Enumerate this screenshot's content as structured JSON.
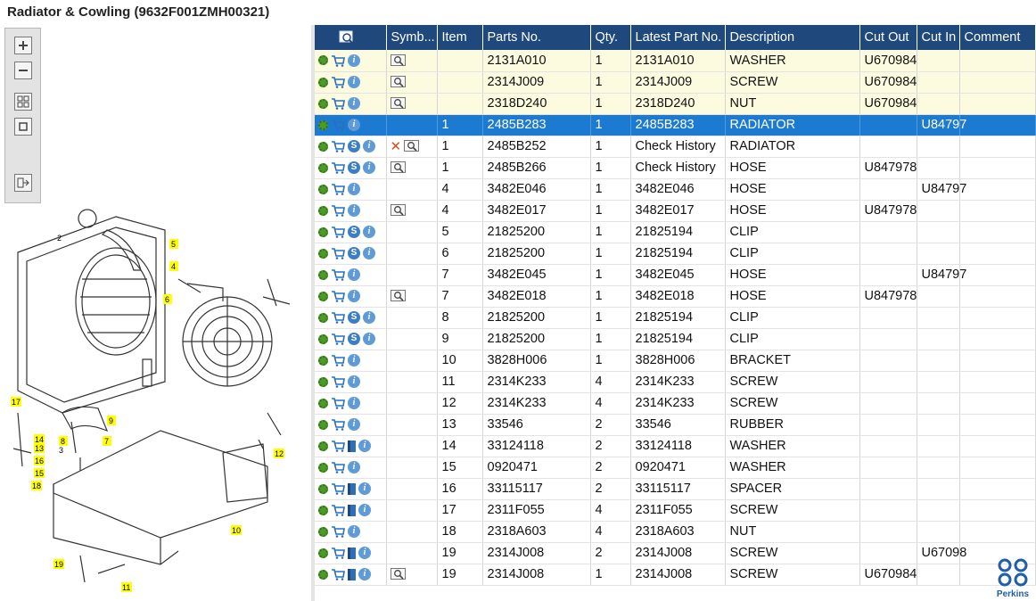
{
  "window": {
    "title": "Radiator & Cowling (9632F001ZMH00321)"
  },
  "toolbar": [
    {
      "name": "zoom-in-button",
      "icon": "zoom-in-icon"
    },
    {
      "name": "zoom-out-button",
      "icon": "zoom-out-icon"
    },
    {
      "name": "fit-all-button",
      "icon": "fit-all-icon"
    },
    {
      "name": "fit-window-button",
      "icon": "fit-window-icon"
    },
    {
      "name": "export-button",
      "icon": "export-icon"
    }
  ],
  "drawing_callouts": [
    "2",
    "5",
    "4",
    "6",
    "17",
    "14",
    "13",
    "16",
    "15",
    "18",
    "8",
    "7",
    "9",
    "3",
    "12",
    "10",
    "19",
    "11"
  ],
  "columns": [
    "",
    "Symb...",
    "Item",
    "Parts No.",
    "Qty.",
    "Latest Part No.",
    "Description",
    "Cut Out",
    "Cut In",
    "Comment"
  ],
  "rows": [
    {
      "icons": [
        "gear",
        "cart",
        "info"
      ],
      "sym": [
        "mag"
      ],
      "item": "",
      "part": "2131A010",
      "qty": "1",
      "latest": "2131A010",
      "desc": "WASHER",
      "cut_out": "U670984",
      "cut_in": "",
      "comment": "",
      "style": "hl"
    },
    {
      "icons": [
        "gear",
        "cart",
        "info"
      ],
      "sym": [
        "mag"
      ],
      "item": "",
      "part": "2314J009",
      "qty": "1",
      "latest": "2314J009",
      "desc": "SCREW",
      "cut_out": "U670984",
      "cut_in": "",
      "comment": "",
      "style": "hl"
    },
    {
      "icons": [
        "gear",
        "cart",
        "info"
      ],
      "sym": [
        "mag"
      ],
      "item": "",
      "part": "2318D240",
      "qty": "1",
      "latest": "2318D240",
      "desc": "NUT",
      "cut_out": "U670984",
      "cut_in": "",
      "comment": "",
      "style": "hl"
    },
    {
      "icons": [
        "gear",
        "cart",
        "info"
      ],
      "sym": [],
      "item": "1",
      "part": "2485B283",
      "qty": "1",
      "latest": "2485B283",
      "desc": "RADIATOR",
      "cut_out": "",
      "cut_in": "U84797",
      "comment": "",
      "style": "sel"
    },
    {
      "icons": [
        "gear",
        "cart",
        "s",
        "info"
      ],
      "sym": [
        "x",
        "mag"
      ],
      "item": "1",
      "part": "2485B252",
      "qty": "1",
      "latest": "Check History",
      "desc": "RADIATOR",
      "cut_out": "",
      "cut_in": "",
      "comment": "",
      "style": ""
    },
    {
      "icons": [
        "gear",
        "cart",
        "s",
        "info"
      ],
      "sym": [
        "mag"
      ],
      "item": "1",
      "part": "2485B266",
      "qty": "1",
      "latest": "Check History",
      "desc": "HOSE",
      "cut_out": "U847978",
      "cut_in": "",
      "comment": "",
      "style": ""
    },
    {
      "icons": [
        "gear",
        "cart",
        "info"
      ],
      "sym": [],
      "item": "4",
      "part": "3482E046",
      "qty": "1",
      "latest": "3482E046",
      "desc": "HOSE",
      "cut_out": "",
      "cut_in": "U84797",
      "comment": "",
      "style": ""
    },
    {
      "icons": [
        "gear",
        "cart",
        "info"
      ],
      "sym": [
        "mag"
      ],
      "item": "4",
      "part": "3482E017",
      "qty": "1",
      "latest": "3482E017",
      "desc": "HOSE",
      "cut_out": "U847978",
      "cut_in": "",
      "comment": "",
      "style": ""
    },
    {
      "icons": [
        "gear",
        "cart",
        "s",
        "info"
      ],
      "sym": [],
      "item": "5",
      "part": "21825200",
      "qty": "1",
      "latest": "21825194",
      "desc": "CLIP",
      "cut_out": "",
      "cut_in": "",
      "comment": "",
      "style": ""
    },
    {
      "icons": [
        "gear",
        "cart",
        "s",
        "info"
      ],
      "sym": [],
      "item": "6",
      "part": "21825200",
      "qty": "1",
      "latest": "21825194",
      "desc": "CLIP",
      "cut_out": "",
      "cut_in": "",
      "comment": "",
      "style": ""
    },
    {
      "icons": [
        "gear",
        "cart",
        "info"
      ],
      "sym": [],
      "item": "7",
      "part": "3482E045",
      "qty": "1",
      "latest": "3482E045",
      "desc": "HOSE",
      "cut_out": "",
      "cut_in": "U84797",
      "comment": "",
      "style": ""
    },
    {
      "icons": [
        "gear",
        "cart",
        "info"
      ],
      "sym": [
        "mag"
      ],
      "item": "7",
      "part": "3482E018",
      "qty": "1",
      "latest": "3482E018",
      "desc": "HOSE",
      "cut_out": "U847978",
      "cut_in": "",
      "comment": "",
      "style": ""
    },
    {
      "icons": [
        "gear",
        "cart",
        "s",
        "info"
      ],
      "sym": [],
      "item": "8",
      "part": "21825200",
      "qty": "1",
      "latest": "21825194",
      "desc": "CLIP",
      "cut_out": "",
      "cut_in": "",
      "comment": "",
      "style": ""
    },
    {
      "icons": [
        "gear",
        "cart",
        "s",
        "info"
      ],
      "sym": [],
      "item": "9",
      "part": "21825200",
      "qty": "1",
      "latest": "21825194",
      "desc": "CLIP",
      "cut_out": "",
      "cut_in": "",
      "comment": "",
      "style": ""
    },
    {
      "icons": [
        "gear",
        "cart",
        "info"
      ],
      "sym": [],
      "item": "10",
      "part": "3828H006",
      "qty": "1",
      "latest": "3828H006",
      "desc": "BRACKET",
      "cut_out": "",
      "cut_in": "",
      "comment": "",
      "style": ""
    },
    {
      "icons": [
        "gear",
        "cart",
        "info"
      ],
      "sym": [],
      "item": "11",
      "part": "2314K233",
      "qty": "4",
      "latest": "2314K233",
      "desc": "SCREW",
      "cut_out": "",
      "cut_in": "",
      "comment": "",
      "style": ""
    },
    {
      "icons": [
        "gear",
        "cart",
        "info"
      ],
      "sym": [],
      "item": "12",
      "part": "2314K233",
      "qty": "4",
      "latest": "2314K233",
      "desc": "SCREW",
      "cut_out": "",
      "cut_in": "",
      "comment": "",
      "style": ""
    },
    {
      "icons": [
        "gear",
        "cart",
        "info"
      ],
      "sym": [],
      "item": "13",
      "part": "33546",
      "qty": "2",
      "latest": "33546",
      "desc": "RUBBER",
      "cut_out": "",
      "cut_in": "",
      "comment": "",
      "style": ""
    },
    {
      "icons": [
        "gear",
        "cart",
        "book",
        "info"
      ],
      "sym": [],
      "item": "14",
      "part": "33124118",
      "qty": "2",
      "latest": "33124118",
      "desc": "WASHER",
      "cut_out": "",
      "cut_in": "",
      "comment": "",
      "style": ""
    },
    {
      "icons": [
        "gear",
        "cart",
        "info"
      ],
      "sym": [],
      "item": "15",
      "part": "0920471",
      "qty": "2",
      "latest": "0920471",
      "desc": "WASHER",
      "cut_out": "",
      "cut_in": "",
      "comment": "",
      "style": ""
    },
    {
      "icons": [
        "gear",
        "cart",
        "book",
        "info"
      ],
      "sym": [],
      "item": "16",
      "part": "33115117",
      "qty": "2",
      "latest": "33115117",
      "desc": "SPACER",
      "cut_out": "",
      "cut_in": "",
      "comment": "",
      "style": ""
    },
    {
      "icons": [
        "gear",
        "cart",
        "book",
        "info"
      ],
      "sym": [],
      "item": "17",
      "part": "2311F055",
      "qty": "4",
      "latest": "2311F055",
      "desc": "SCREW",
      "cut_out": "",
      "cut_in": "",
      "comment": "",
      "style": ""
    },
    {
      "icons": [
        "gear",
        "cart",
        "info"
      ],
      "sym": [],
      "item": "18",
      "part": "2318A603",
      "qty": "4",
      "latest": "2318A603",
      "desc": "NUT",
      "cut_out": "",
      "cut_in": "",
      "comment": "",
      "style": ""
    },
    {
      "icons": [
        "gear",
        "cart",
        "book",
        "info"
      ],
      "sym": [],
      "item": "19",
      "part": "2314J008",
      "qty": "2",
      "latest": "2314J008",
      "desc": "SCREW",
      "cut_out": "",
      "cut_in": "U67098",
      "comment": "",
      "style": ""
    },
    {
      "icons": [
        "gear",
        "cart",
        "book",
        "info"
      ],
      "sym": [
        "mag"
      ],
      "item": "19",
      "part": "2314J008",
      "qty": "1",
      "latest": "2314J008",
      "desc": "SCREW",
      "cut_out": "U670984",
      "cut_in": "",
      "comment": "",
      "style": ""
    }
  ],
  "logo": {
    "text": "Perkins",
    "color": "#1f5ea8"
  },
  "colors": {
    "header": "#1f497d",
    "selected": "#1c7bd0",
    "highlight": "#fdfbdf",
    "callout": "#ffff00"
  }
}
